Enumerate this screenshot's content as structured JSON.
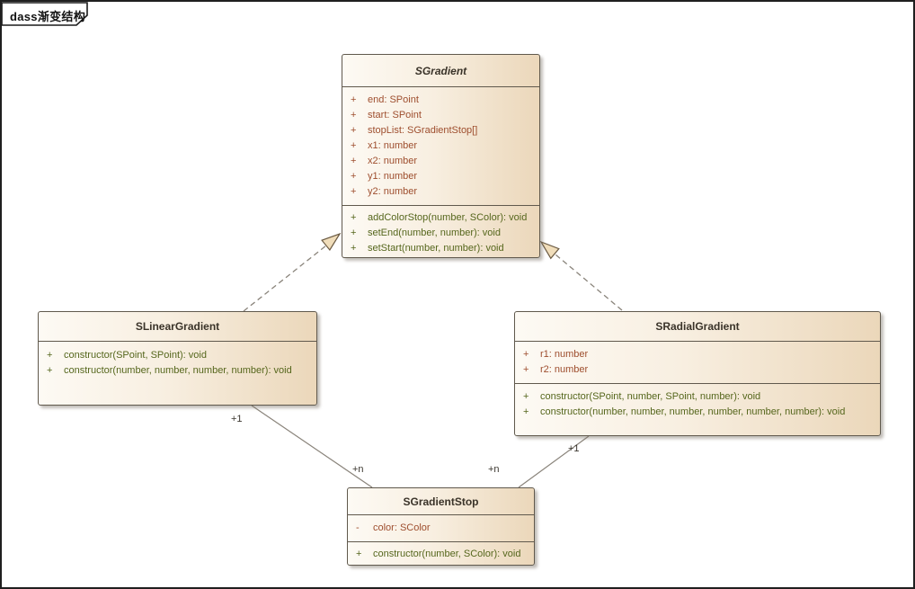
{
  "frame": {
    "label": "dass渐变结构"
  },
  "colors": {
    "box_fill_light": "#fdfaf4",
    "box_fill_dark": "#ebd7ba",
    "box_border": "#60594d",
    "attribute_text": "#9e4e2e",
    "method_text": "#55661c",
    "connector_line": "#8a847b",
    "arrowhead_fill": "#f0ddba"
  },
  "classes": [
    {
      "name": "SGradient",
      "abstract": true,
      "attributes": [
        {
          "vis": "+",
          "text": "end: SPoint"
        },
        {
          "vis": "+",
          "text": "start: SPoint"
        },
        {
          "vis": "+",
          "text": "stopList: SGradientStop[]"
        },
        {
          "vis": "+",
          "text": "x1: number"
        },
        {
          "vis": "+",
          "text": "x2: number"
        },
        {
          "vis": "+",
          "text": "y1: number"
        },
        {
          "vis": "+",
          "text": "y2: number"
        }
      ],
      "methods": [
        {
          "vis": "+",
          "text": "addColorStop(number, SColor): void"
        },
        {
          "vis": "+",
          "text": "setEnd(number, number): void"
        },
        {
          "vis": "+",
          "text": "setStart(number, number): void"
        }
      ]
    },
    {
      "name": "SLinearGradient",
      "abstract": false,
      "attributes": [],
      "methods": [
        {
          "vis": "+",
          "text": "constructor(SPoint, SPoint): void"
        },
        {
          "vis": "+",
          "text": "constructor(number, number, number, number): void"
        }
      ]
    },
    {
      "name": "SRadialGradient",
      "abstract": false,
      "attributes": [
        {
          "vis": "+",
          "text": "r1: number"
        },
        {
          "vis": "+",
          "text": "r2: number"
        }
      ],
      "methods": [
        {
          "vis": "+",
          "text": "constructor(SPoint, number, SPoint, number): void"
        },
        {
          "vis": "+",
          "text": "constructor(number, number, number, number, number, number): void"
        }
      ]
    },
    {
      "name": "SGradientStop",
      "abstract": false,
      "attributes": [
        {
          "vis": "-",
          "text": "color: SColor"
        }
      ],
      "methods": [
        {
          "vis": "+",
          "text": "constructor(number, SColor): void"
        }
      ]
    }
  ],
  "connectors": {
    "generalizations": [
      {
        "from": "SLinearGradient",
        "to": "SGradient"
      },
      {
        "from": "SRadialGradient",
        "to": "SGradient"
      }
    ],
    "associations": [
      {
        "from": "SLinearGradient",
        "to": "SGradientStop",
        "source_label": "+1",
        "target_label": "+n"
      },
      {
        "from": "SRadialGradient",
        "to": "SGradientStop",
        "source_label": "+1",
        "target_label": "+n"
      }
    ]
  }
}
